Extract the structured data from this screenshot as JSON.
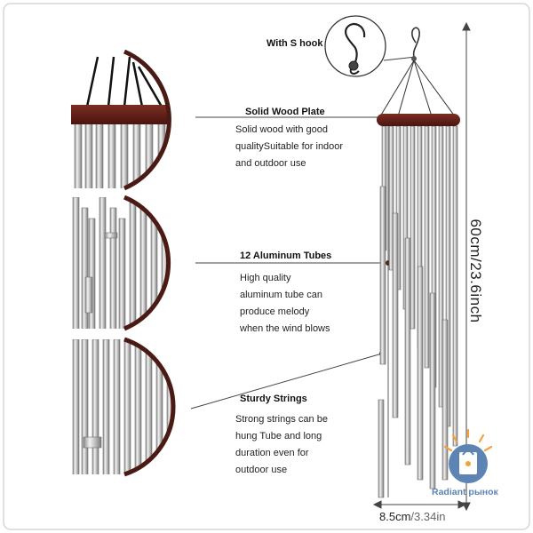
{
  "hook_label": "With S hook",
  "sections": [
    {
      "title": "Solid Wood  Plate",
      "lines": [
        "Solid wood with good",
        "qualitySuitable for indoor",
        "and outdoor use"
      ]
    },
    {
      "title": "12 Aluminum Tubes",
      "lines": [
        "High quality",
        "aluminum tube can",
        "produce melody",
        "when the wind blows"
      ]
    },
    {
      "title": "Sturdy Strings",
      "lines": [
        "Strong strings can be",
        "hung Tube and long",
        "duration even for",
        "outdoor use"
      ]
    }
  ],
  "dimensions": {
    "height": "60cm/23.6inch",
    "width_cm": "8.5cm",
    "separator": "/",
    "width_in": "3.34in"
  },
  "brand": "Radiant рынок",
  "colors": {
    "wood": "#5a1c14",
    "tube": "#c9c9c9",
    "brand_blue": "#5d84b3",
    "brand_orange": "#f2a23c"
  }
}
